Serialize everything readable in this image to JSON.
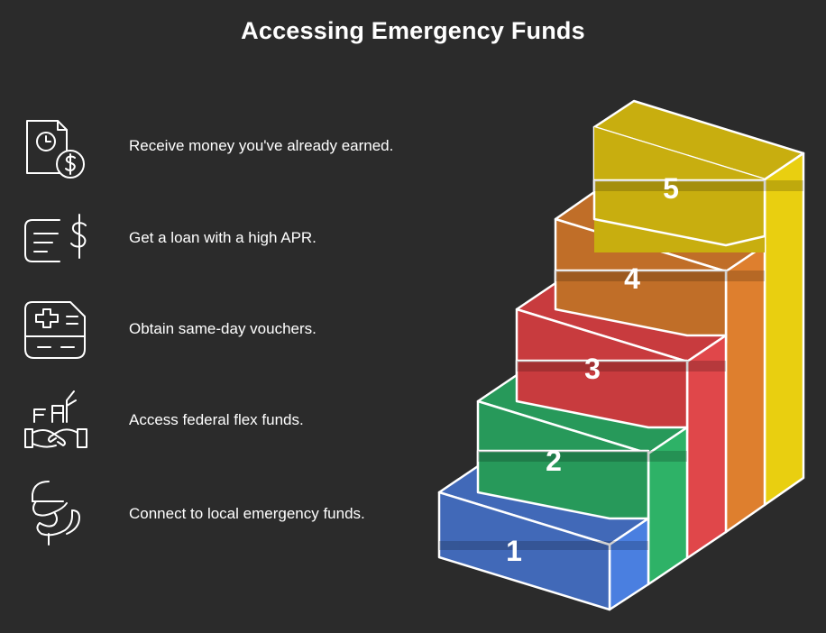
{
  "title": "Accessing Emergency Funds",
  "steps": [
    {
      "number": "5",
      "label": "Receive money you've already earned.",
      "icon": "clock-dollar-document-icon",
      "color": "#e3c612"
    },
    {
      "number": "4",
      "label": "Get a loan with a high APR.",
      "icon": "loan-dollar-icon",
      "color": "#de7f2e"
    },
    {
      "number": "3",
      "label": "Obtain same-day vouchers.",
      "icon": "voucher-card-icon",
      "color": "#e0474a"
    },
    {
      "number": "2",
      "label": "Access federal flex funds.",
      "icon": "federal-handshake-icon",
      "color": "#2eb267"
    },
    {
      "number": "1",
      "label": "Connect to local emergency funds.",
      "icon": "local-hand-icon",
      "color": "#4a7fe0"
    }
  ]
}
